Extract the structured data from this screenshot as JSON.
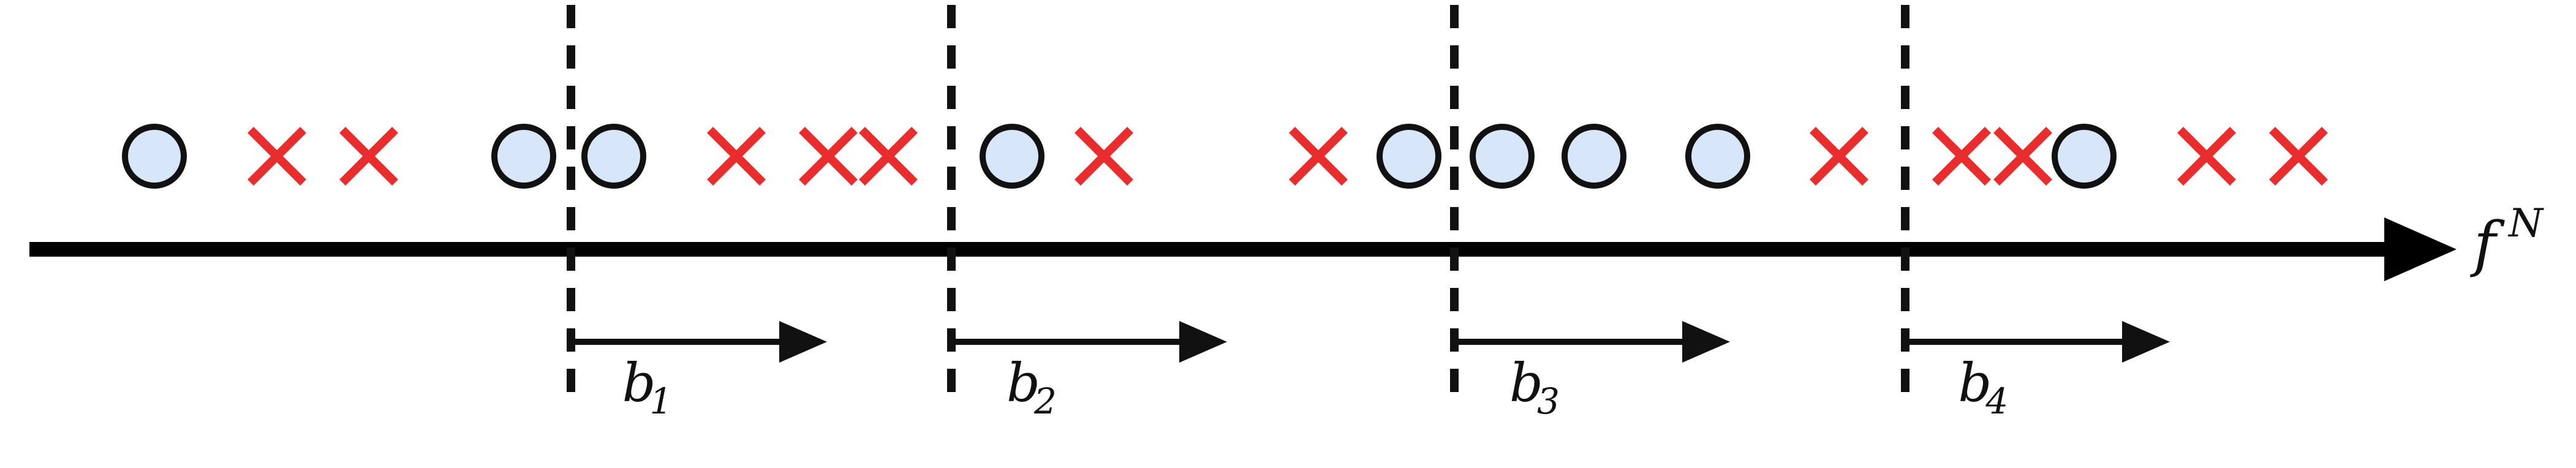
{
  "diagram": {
    "axis_symbol": "f",
    "axis_superscript": "N",
    "colors": {
      "axis": "#000000",
      "circle_fill": "#d7e6f8",
      "circle_stroke": "#111111",
      "cross": "#e92c2c",
      "boundary": "#111111",
      "arrow": "#111111"
    },
    "samples": [
      {
        "kind": "circle"
      },
      {
        "kind": "cross"
      },
      {
        "kind": "cross"
      },
      {
        "kind": "circle"
      },
      {
        "kind": "circle"
      },
      {
        "kind": "cross"
      },
      {
        "kind": "cross"
      },
      {
        "kind": "cross"
      },
      {
        "kind": "circle"
      },
      {
        "kind": "cross"
      },
      {
        "kind": "cross"
      },
      {
        "kind": "circle"
      },
      {
        "kind": "circle"
      },
      {
        "kind": "circle"
      },
      {
        "kind": "circle"
      },
      {
        "kind": "cross"
      },
      {
        "kind": "cross"
      },
      {
        "kind": "cross"
      },
      {
        "kind": "circle"
      },
      {
        "kind": "cross"
      },
      {
        "kind": "cross"
      }
    ],
    "boundaries": [
      {
        "label": "b",
        "subscript": "1"
      },
      {
        "label": "b",
        "subscript": "2"
      },
      {
        "label": "b",
        "subscript": "3"
      },
      {
        "label": "b",
        "subscript": "4"
      }
    ]
  }
}
